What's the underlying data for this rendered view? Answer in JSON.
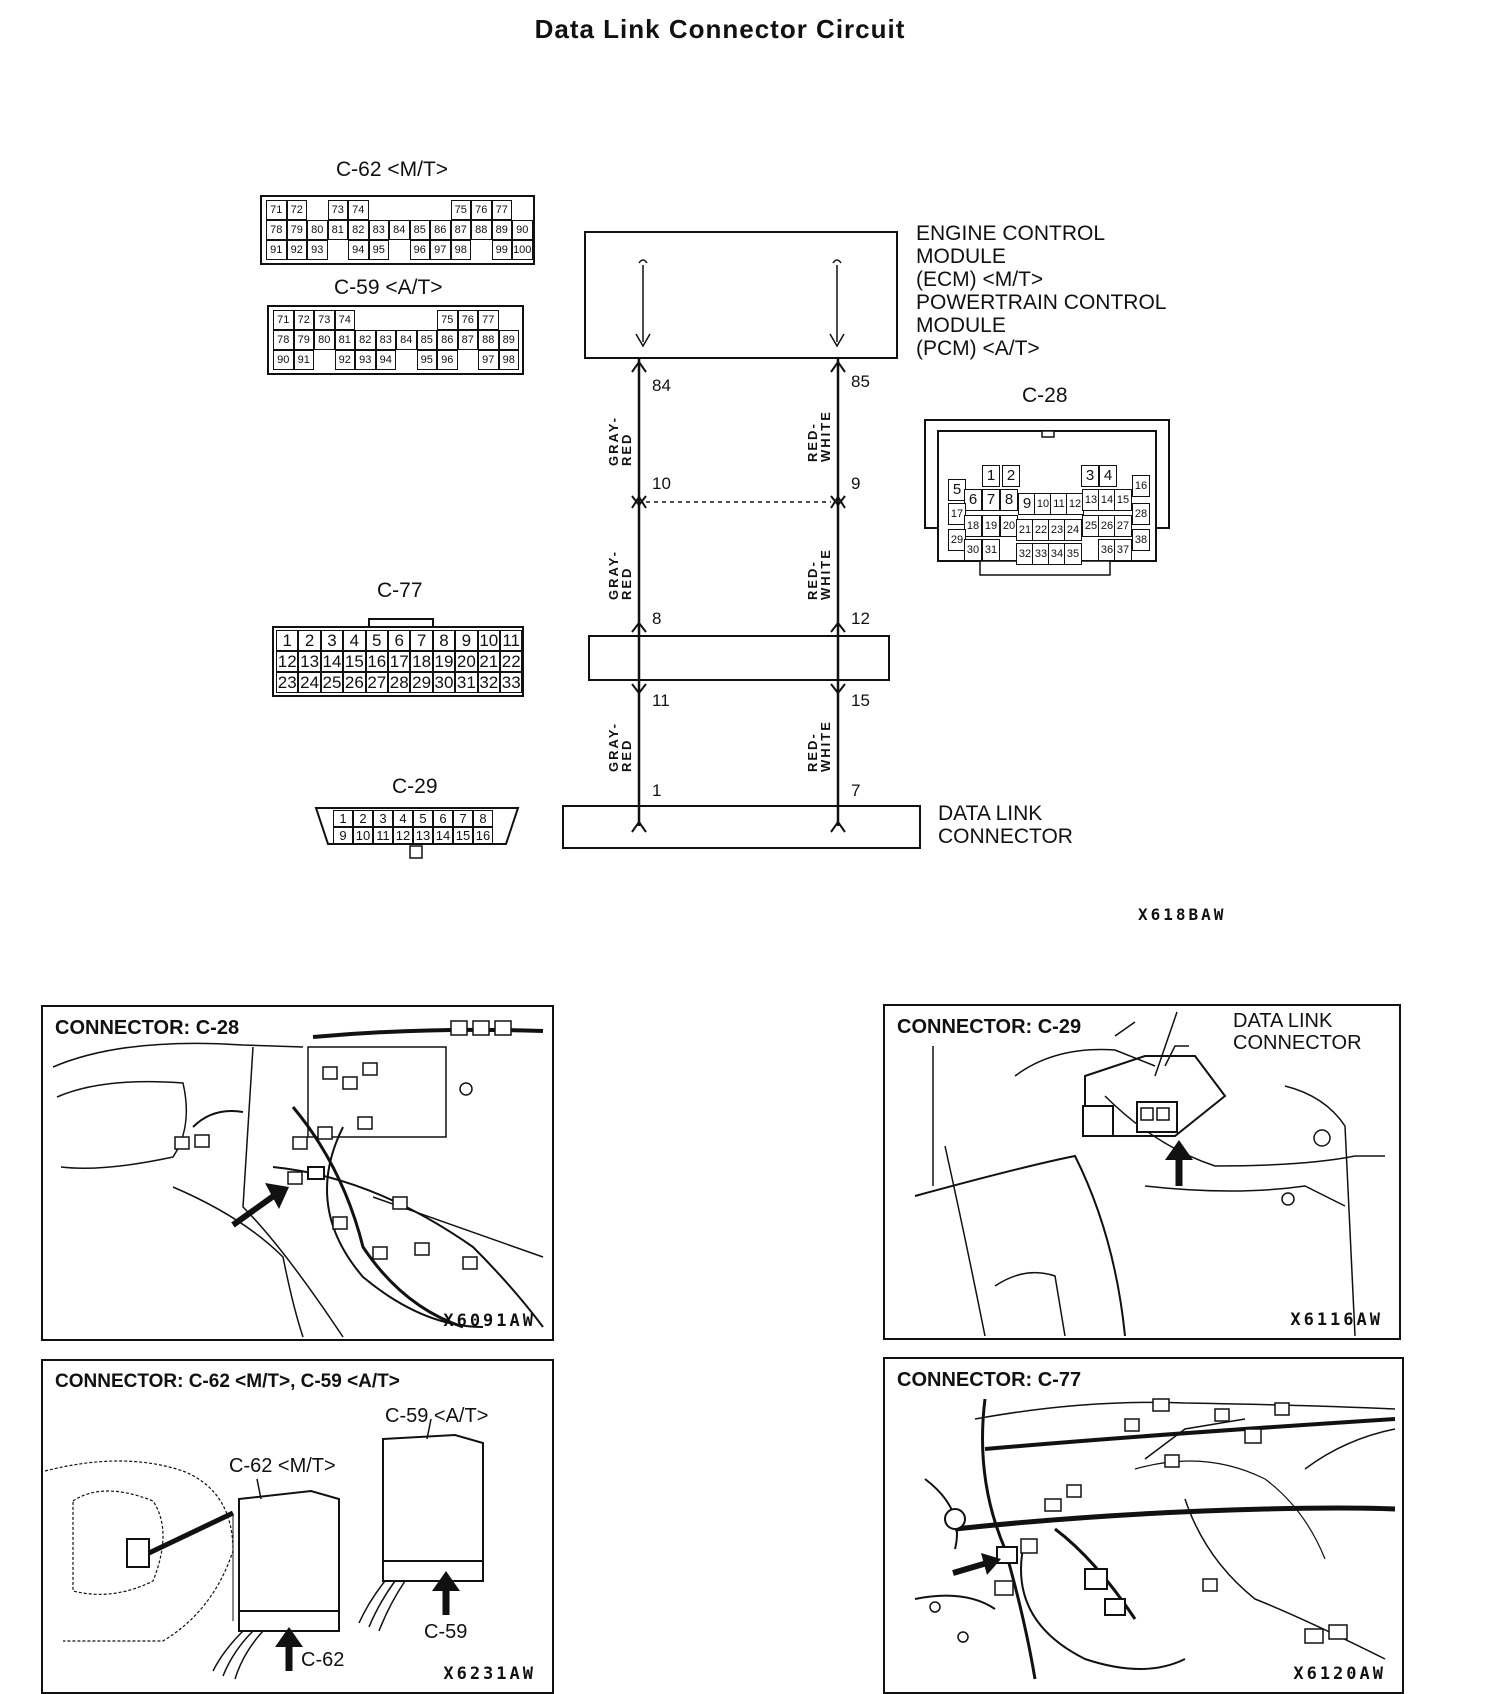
{
  "title": "Data Link Connector Circuit",
  "ecm_label": [
    "ENGINE CONTROL",
    "MODULE",
    "(ECM) <M/T>",
    "POWERTRAIN CONTROL",
    "MODULE",
    "(PCM) <A/T>"
  ],
  "dlc_label": [
    "DATA LINK",
    "CONNECTOR"
  ],
  "wire_left": {
    "color": "GRAY-RED",
    "color_l1": "GRAY-",
    "color_l2": "RED",
    "pins": [
      "84",
      "10",
      "8",
      "11",
      "1"
    ]
  },
  "wire_right": {
    "color": "RED-WHITE",
    "color_l1": "RED-",
    "color_l2": "WHITE",
    "pins": [
      "85",
      "9",
      "12",
      "15",
      "7"
    ]
  },
  "connectors": {
    "c62": {
      "label": "C-62 <M/T>",
      "rows": [
        [
          "71",
          "72",
          "",
          "73",
          "74",
          "",
          "",
          "",
          "",
          "75",
          "76",
          "77"
        ],
        [
          "78",
          "79",
          "80",
          "81",
          "82",
          "83",
          "84",
          "85",
          "86",
          "87",
          "88",
          "89",
          "90"
        ],
        [
          "91",
          "92",
          "93",
          "",
          "94",
          "95",
          "",
          "96",
          "97",
          "98",
          "",
          "99",
          "100"
        ]
      ]
    },
    "c59": {
      "label": "C-59 <A/T>",
      "rows": [
        [
          "71",
          "72",
          "73",
          "74",
          "",
          "",
          "",
          "",
          "75",
          "76",
          "77"
        ],
        [
          "78",
          "79",
          "80",
          "81",
          "82",
          "83",
          "84",
          "85",
          "86",
          "87",
          "88",
          "89"
        ],
        [
          "90",
          "91",
          "",
          "92",
          "93",
          "94",
          "",
          "95",
          "96",
          "",
          "97",
          "98"
        ]
      ]
    },
    "c28": {
      "label": "C-28",
      "pins": [
        "1",
        "2",
        "3",
        "4",
        "5",
        "6",
        "7",
        "8",
        "9",
        "10",
        "11",
        "12",
        "13",
        "14",
        "15",
        "16",
        "17",
        "18",
        "19",
        "20",
        "21",
        "22",
        "23",
        "24",
        "25",
        "26",
        "27",
        "28",
        "29",
        "30",
        "31",
        "32",
        "33",
        "34",
        "35",
        "36",
        "37",
        "38"
      ]
    },
    "c77": {
      "label": "C-77",
      "rows": [
        [
          "1",
          "2",
          "3",
          "4",
          "5",
          "6",
          "7",
          "8",
          "9",
          "10",
          "11"
        ],
        [
          "12",
          "13",
          "14",
          "15",
          "16",
          "17",
          "18",
          "19",
          "20",
          "21",
          "22"
        ],
        [
          "23",
          "24",
          "25",
          "26",
          "27",
          "28",
          "29",
          "30",
          "31",
          "32",
          "33"
        ]
      ]
    },
    "c29": {
      "label": "C-29",
      "rows": [
        [
          "1",
          "2",
          "3",
          "4",
          "5",
          "6",
          "7",
          "8"
        ],
        [
          "9",
          "10",
          "11",
          "12",
          "13",
          "14",
          "15",
          "16"
        ]
      ]
    }
  },
  "diagram_code": "X618BAW",
  "panels": {
    "p1": {
      "title": "CONNECTOR: C-28",
      "code": "X6091AW"
    },
    "p2": {
      "title": "CONNECTOR:  C-29",
      "code": "X6116AW",
      "callout": [
        "DATA LINK",
        "CONNECTOR"
      ]
    },
    "p3": {
      "title": "CONNECTOR:  C-62  <M/T>,  C-59  <A/T>",
      "code": "X6231AW",
      "lbl_c59_top": "C-59 <A/T>",
      "lbl_c62_top": "C-62 <M/T>",
      "lbl_c59_bottom": "C-59",
      "lbl_c62_bottom": "C-62"
    },
    "p4": {
      "title": "CONNECTOR:  C-77",
      "code": "X6120AW"
    }
  }
}
